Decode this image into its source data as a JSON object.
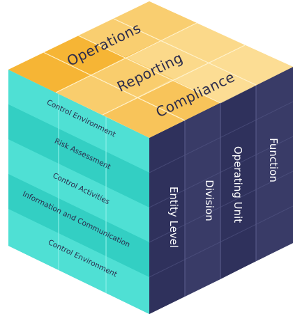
{
  "diagram": {
    "top_face": {
      "labels": [
        "Operations",
        "Reporting",
        "Compliance"
      ]
    },
    "left_face": {
      "labels": [
        "Control Environment",
        "Risk Assessment",
        "Control Activities",
        "Information and Communication",
        "Control Environment"
      ]
    },
    "right_face": {
      "labels": [
        "Entity Level",
        "Division",
        "Operating Unit",
        "Function"
      ]
    },
    "colors": {
      "top_light": "#fde3a2",
      "top_mid": "#fbd98a",
      "top_dark": "#f6b535",
      "left_light": "#4fe0d4",
      "left_dark": "#2ec9bd",
      "left_divider": "#8af0e7",
      "right_light": "#3b3d6a",
      "right_dark": "#2b2d55",
      "right_divider": "#555887",
      "text_dark": "#2b2b4b",
      "text_light": "#ffffff"
    }
  }
}
